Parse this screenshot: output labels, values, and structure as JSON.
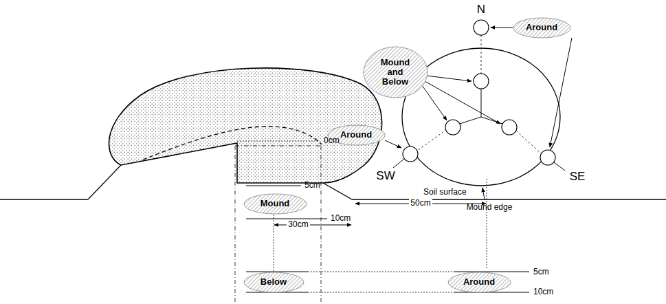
{
  "diagram": {
    "nodes": [
      {
        "text": [
          "Around"
        ]
      },
      {
        "text": [
          "Mound and Below"
        ]
      },
      {
        "text": [
          "Around"
        ]
      },
      {
        "text": [
          "Mound"
        ]
      },
      {
        "text": [
          "Below"
        ]
      },
      {
        "text": [
          "Around"
        ]
      }
    ],
    "labels": [
      "0cm",
      "5cm",
      "10cm",
      "30cm",
      "50cm",
      "Soil surface",
      "5cm",
      "10cm",
      "N",
      "SW",
      "SE",
      "Mound edge"
    ]
  }
}
